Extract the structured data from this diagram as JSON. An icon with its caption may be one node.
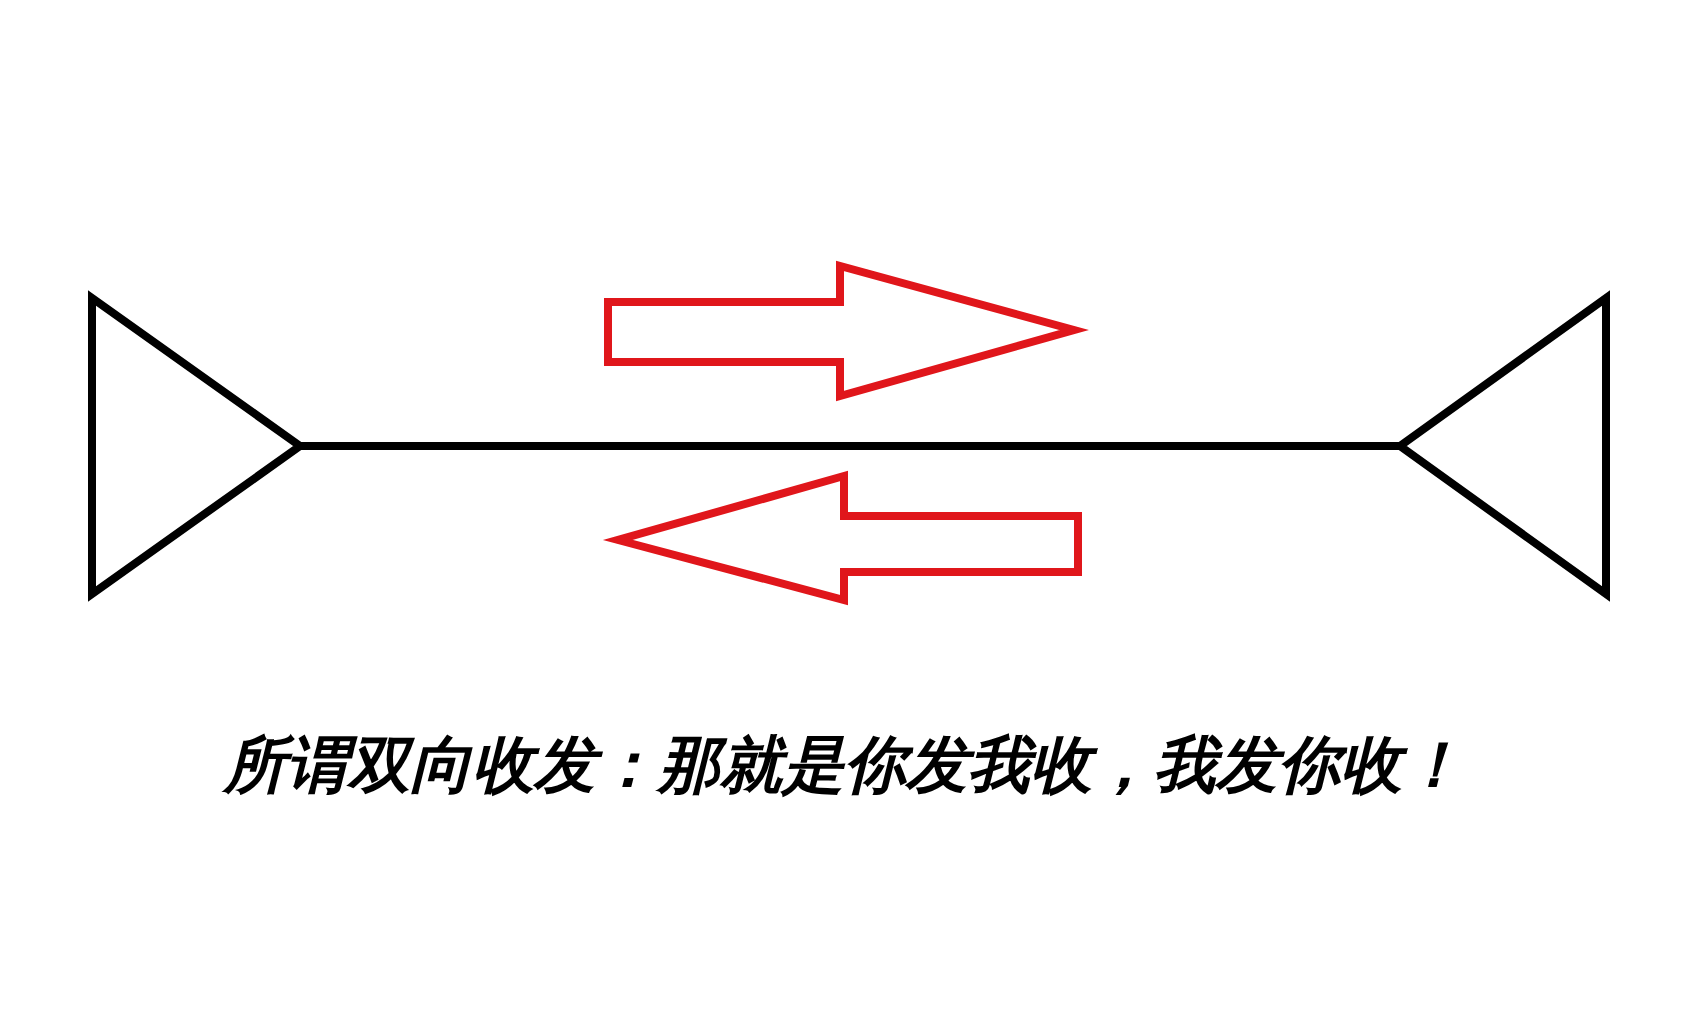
{
  "diagram": {
    "caption": "所谓双向收发：那就是你发我收，我发你收！",
    "nodes": [
      {
        "text": [],
        "shape": "triangle"
      },
      {
        "text": [],
        "shape": "triangle"
      }
    ],
    "edges": [
      {
        "from": 0,
        "to": 1,
        "arrow": "none"
      }
    ]
  }
}
